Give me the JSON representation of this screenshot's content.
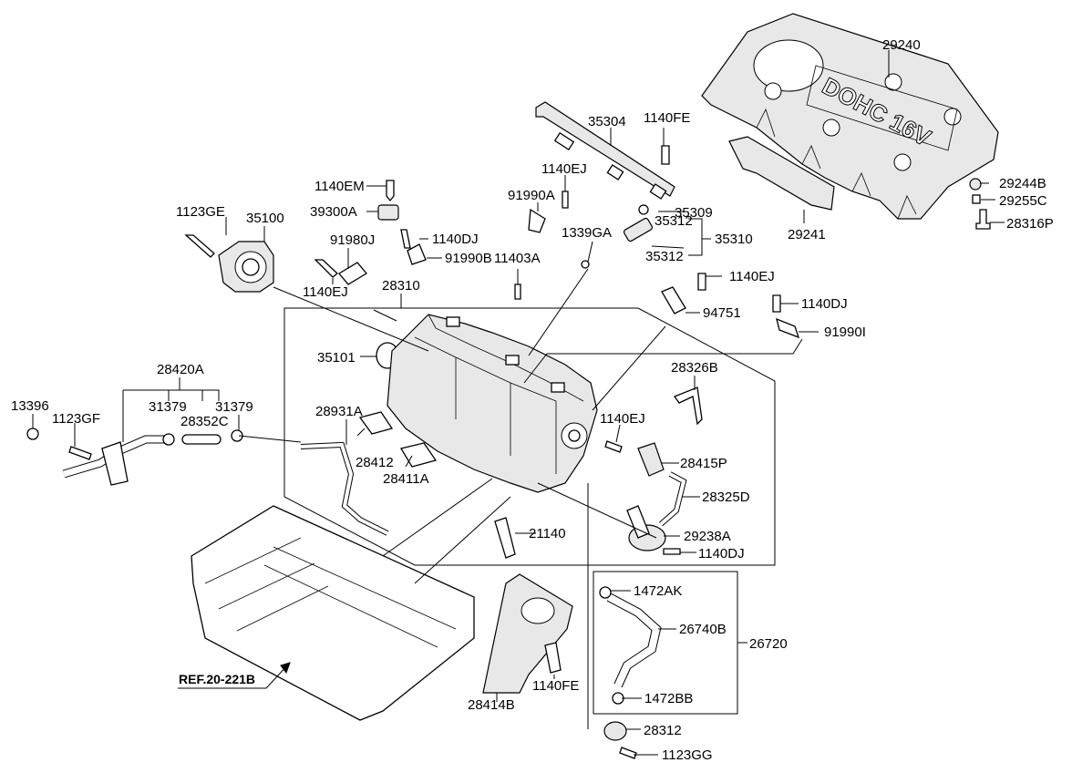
{
  "labels": {
    "p29240": "29240",
    "p29244B": "29244B",
    "p29255C": "29255C",
    "p28316P": "28316P",
    "p29241": "29241",
    "p35304": "35304",
    "p1140FE_top": "1140FE",
    "p1140EJ_rail": "1140EJ",
    "p91990A": "91990A",
    "p35309": "35309",
    "p35312_a": "35312",
    "p35310": "35310",
    "p35312_b": "35312",
    "p1339GA": "1339GA",
    "p1140EM": "1140EM",
    "p39300A": "39300A",
    "p1140DJ_sensor": "1140DJ",
    "p91990B": "91990B",
    "p91980J": "91980J",
    "p11403A": "11403A",
    "p1140EJ_left": "1140EJ",
    "p28310": "28310",
    "p1123GE": "1123GE",
    "p35100": "35100",
    "p35101": "35101",
    "p1140EJ_right": "1140EJ",
    "p94751": "94751",
    "p1140DJ_right": "1140DJ",
    "p91990I": "91990I",
    "p28326B": "28326B",
    "p28420A": "28420A",
    "p13396": "13396",
    "p1123GF": "1123GF",
    "p31379_a": "31379",
    "p28352C": "28352C",
    "p31379_b": "31379",
    "p28931A": "28931A",
    "p28412": "28412",
    "p28411A": "28411A",
    "p1140EJ_mid": "1140EJ",
    "p28415P": "28415P",
    "p28325D": "28325D",
    "p21140": "21140",
    "p29238A": "29238A",
    "p1140DJ_bottom": "1140DJ",
    "p1472AK": "1472AK",
    "p26740B": "26740B",
    "p26720": "26720",
    "p1472BB": "1472BB",
    "p28312": "28312",
    "p1123GG": "1123GG",
    "p28414B": "28414B",
    "p1140FE_bottom": "1140FE",
    "ref": "REF.20-221B"
  },
  "cover_text": "DOHC 16V"
}
